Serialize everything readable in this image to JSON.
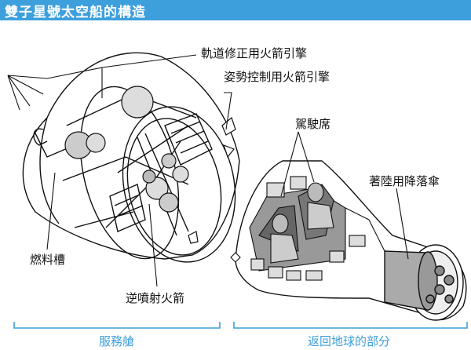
{
  "title": "雙子星號太空船的構造",
  "labels": {
    "orbit_thruster": "軌道修正用火箭引擎",
    "attitude_thruster": "姿勢控制用火箭引擎",
    "cockpit": "駕駛席",
    "parachute": "著陸用降落傘",
    "fuel_tank": "燃料槽",
    "retro_rocket": "逆噴射火箭"
  },
  "sections": {
    "service_module": "服務艙",
    "reentry_module": "返回地球的部分"
  },
  "colors": {
    "accent": "#3d9fdc",
    "line": "#111111",
    "dark_fill": "#555555",
    "grey_fill": "#bbbbbb"
  }
}
